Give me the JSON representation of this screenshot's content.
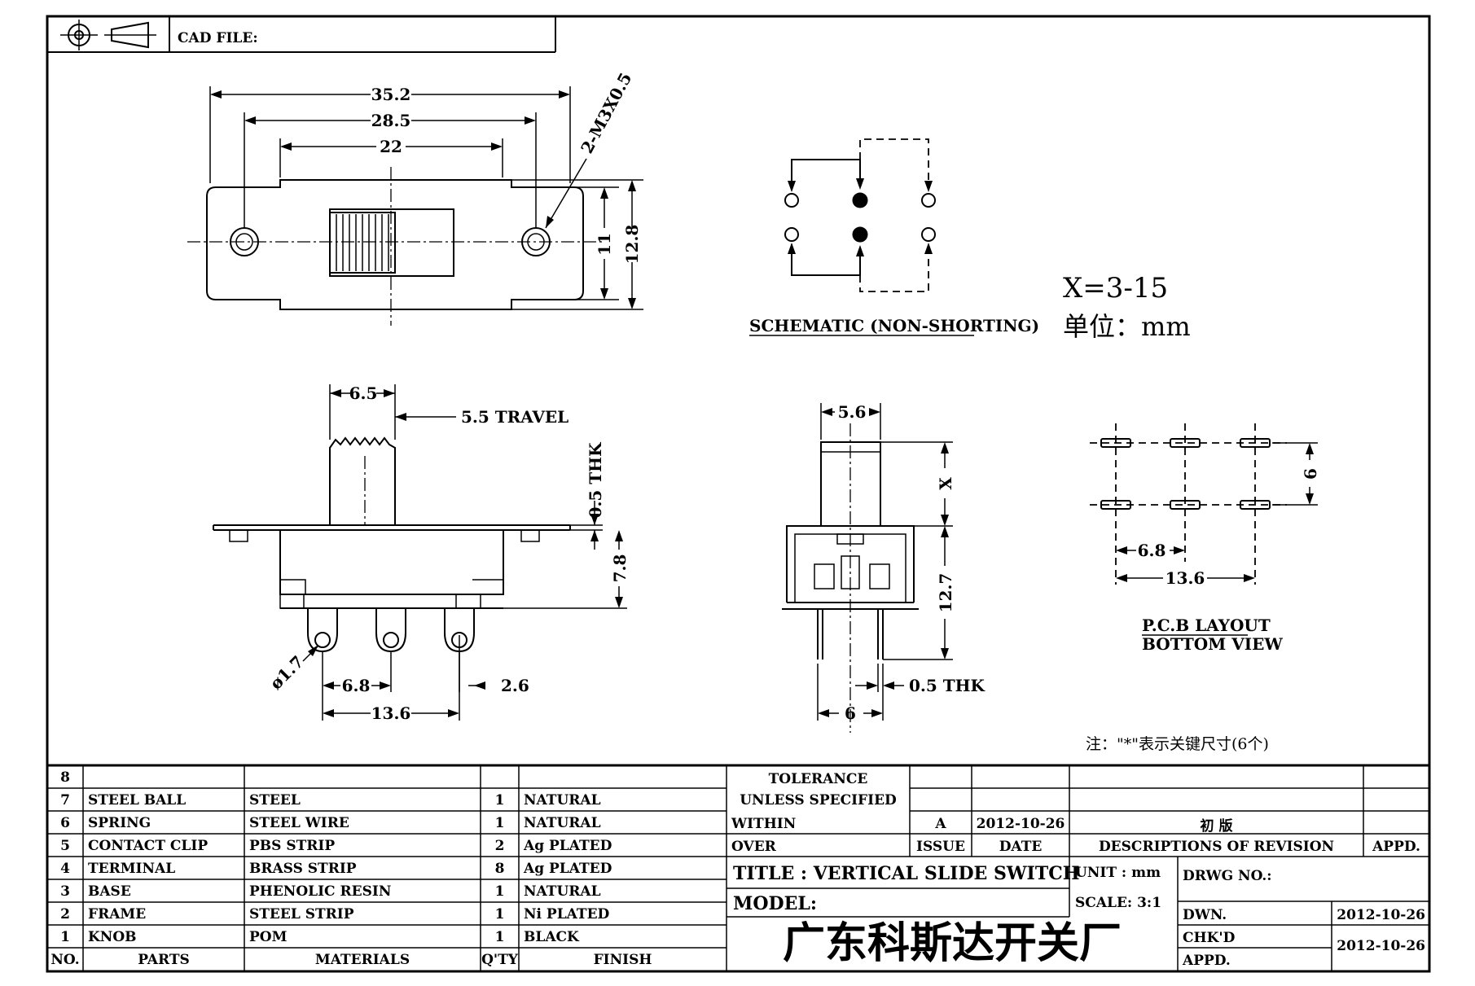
{
  "header": {
    "cad_file": "CAD FILE:"
  },
  "top_view": {
    "dim_overall": "35.2",
    "dim_holes": "28.5",
    "dim_body": "22",
    "dim_screw": "2-M3X0.5",
    "dim_height_inner": "11",
    "dim_height_outer": "12.8"
  },
  "schematic": {
    "caption": "SCHEMATIC (NON-SHORTING)"
  },
  "notes": {
    "x_range": "X=3-15",
    "unit": "单位：mm",
    "footnote": "注：\"*\"表示关键尺寸(6个)"
  },
  "side_view": {
    "dim_knob": "6.5",
    "travel": "5.5 TRAVEL",
    "thk": "0.5 THK",
    "dim_body_h": "7.8",
    "dim_hole": "ø1.7",
    "dim_pitch": "6.8",
    "dim_pin": "2.6",
    "dim_span": "13.6"
  },
  "end_view": {
    "dim_knob": "5.6",
    "dim_x": "X",
    "dim_body": "12.7",
    "thk": "0.5 THK",
    "dim_width": "6"
  },
  "pcb": {
    "dim_row": "6",
    "dim_pitch": "6.8",
    "dim_span": "13.6",
    "caption_1": "P.C.B LAYOUT",
    "caption_2": "BOTTOM VIEW"
  },
  "bom": {
    "rows": [
      {
        "no": "8",
        "part": "",
        "material": "",
        "qty": "",
        "finish": ""
      },
      {
        "no": "7",
        "part": "STEEL BALL",
        "material": "STEEL",
        "qty": "1",
        "finish": "NATURAL"
      },
      {
        "no": "6",
        "part": "SPRING",
        "material": "STEEL WIRE",
        "qty": "1",
        "finish": "NATURAL"
      },
      {
        "no": "5",
        "part": "CONTACT CLIP",
        "material": "PBS STRIP",
        "qty": "2",
        "finish": "Ag PLATED"
      },
      {
        "no": "4",
        "part": "TERMINAL",
        "material": "BRASS STRIP",
        "qty": "8",
        "finish": "Ag PLATED"
      },
      {
        "no": "3",
        "part": "BASE",
        "material": "PHENOLIC RESIN",
        "qty": "1",
        "finish": "NATURAL"
      },
      {
        "no": "2",
        "part": "FRAME",
        "material": "STEEL STRIP",
        "qty": "1",
        "finish": "Ni PLATED"
      },
      {
        "no": "1",
        "part": "KNOB",
        "material": "POM",
        "qty": "1",
        "finish": "BLACK"
      }
    ],
    "headers": {
      "no": "NO.",
      "part": "PARTS",
      "material": "MATERIALS",
      "qty": "Q'TY",
      "finish": "FINISH"
    }
  },
  "title_block": {
    "tolerance_1": "TOLERANCE",
    "tolerance_2": "UNLESS  SPECIFIED",
    "within": "WITHIN",
    "over": "OVER",
    "issue_val": "A",
    "date_val": "2012-10-26",
    "revision_val": "初 版",
    "issue": "ISSUE",
    "date": "DATE",
    "descriptions": "DESCRIPTIONS OF REVISION",
    "appd": "APPD.",
    "title": "TITLE :  VERTICAL SLIDE SWITCH",
    "unit": "UNIT :  mm",
    "drwg_no": "DRWG NO.:",
    "model": "MODEL:",
    "scale": "SCALE:  3:1",
    "dwn": "DWN.",
    "dwn_date": "2012-10-26",
    "chkd": "CHK'D",
    "chkd_date": "2012-10-26",
    "appd2": "APPD.",
    "company": "广东科斯达开关厂"
  }
}
